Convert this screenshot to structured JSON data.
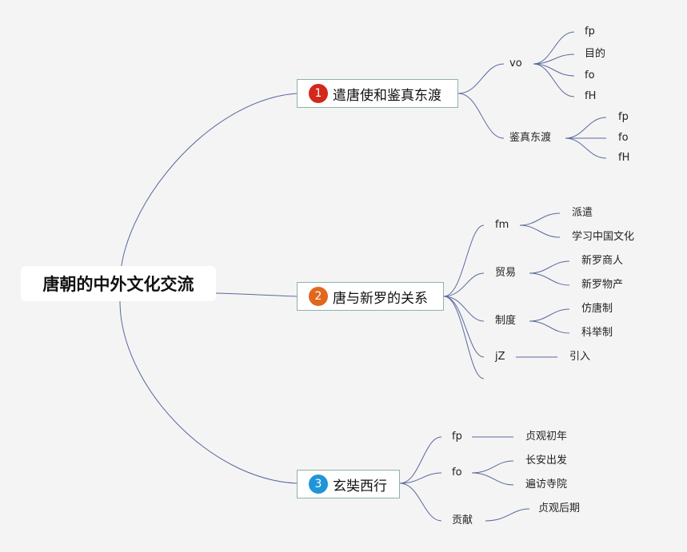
{
  "root": "唐朝的中外文化交流",
  "colors": {
    "line": "#5a6a9e",
    "b1": "#d3281c",
    "b2": "#e2671d",
    "b3": "#1f95d8"
  },
  "branches": [
    {
      "num": "1",
      "label": "遣唐使和鉴真东渡",
      "topics": [
        {
          "label": "vo",
          "leaves": [
            "fp",
            "目的",
            "fo",
            "fH"
          ]
        },
        {
          "label": "鉴真东渡",
          "leaves": [
            "fp",
            "fo",
            "fH"
          ]
        }
      ]
    },
    {
      "num": "2",
      "label": "唐与新罗的关系",
      "topics": [
        {
          "label": "fm",
          "leaves": [
            "派遣",
            "学习中国文化"
          ]
        },
        {
          "label": "贸易",
          "leaves": [
            "新罗商人",
            "新罗物产"
          ]
        },
        {
          "label": "制度",
          "leaves": [
            "仿唐制",
            "科举制"
          ]
        },
        {
          "label": "jZ",
          "leaves": [
            "引入"
          ]
        }
      ]
    },
    {
      "num": "3",
      "label": "玄奘西行",
      "topics": [
        {
          "label": "fp",
          "leaves": [
            "贞观初年"
          ]
        },
        {
          "label": "fo",
          "leaves": [
            "长安出发",
            "遍访寺院"
          ]
        },
        {
          "label": "贡献",
          "leaves": [
            "贞观后期"
          ]
        }
      ]
    }
  ]
}
